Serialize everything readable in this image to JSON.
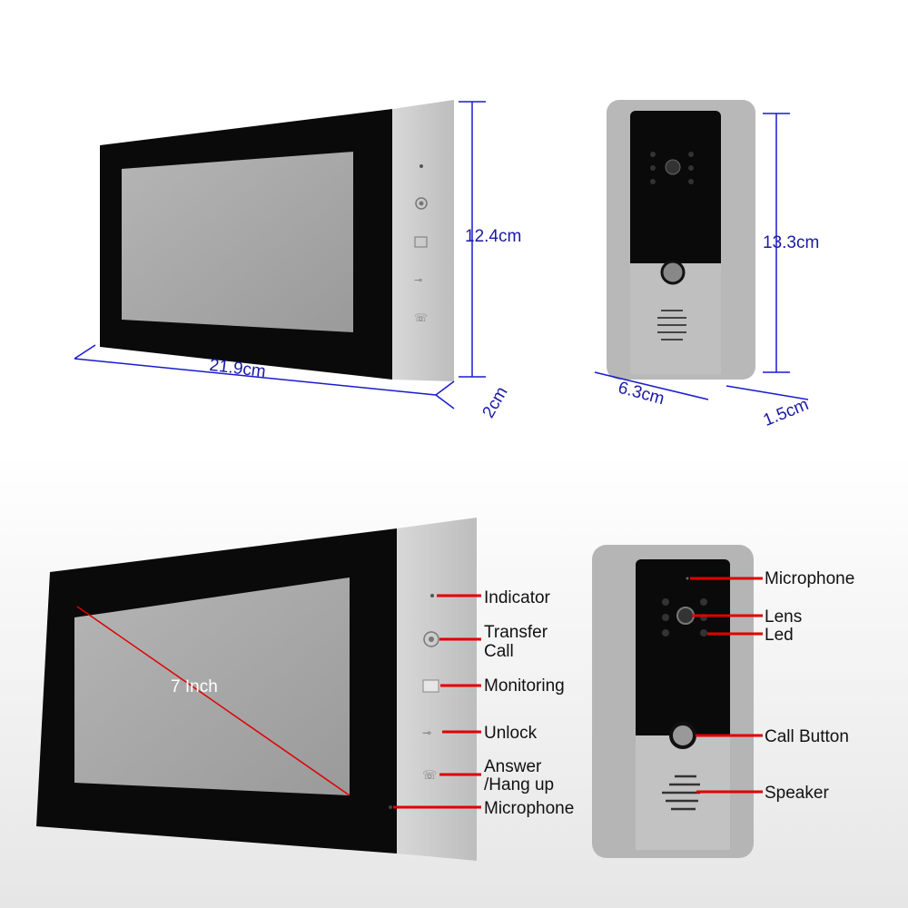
{
  "colors": {
    "dimension": "#1a1ad0",
    "callout": "#e00000",
    "bezel": "#0a0a0a",
    "silver": "#c9c9c9",
    "screen": "#a9a9a9"
  },
  "dimensions": {
    "monitor_height": "12.4cm",
    "monitor_width": "21.9cm",
    "monitor_depth": "2cm",
    "doorbell_height": "13.3cm",
    "doorbell_width": "6.3cm",
    "doorbell_depth": "1.5cm"
  },
  "monitor": {
    "screen_size": "7 Inch",
    "labels": {
      "indicator": "Indicator",
      "transfer_call_1": "Transfer",
      "transfer_call_2": "Call",
      "monitoring": "Monitoring",
      "unlock": "Unlock",
      "answer_1": "Answer",
      "answer_2": "/Hang up",
      "microphone": "Microphone"
    }
  },
  "doorbell": {
    "labels": {
      "microphone": "Microphone",
      "lens": "Lens",
      "led": "Led",
      "call_button": "Call Button",
      "speaker": "Speaker"
    }
  }
}
